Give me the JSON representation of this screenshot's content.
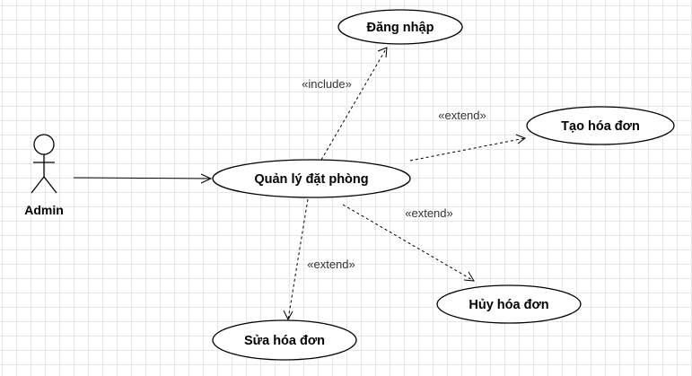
{
  "actor": {
    "label": "Admin"
  },
  "use_cases": {
    "main": "Quản lý đặt phòng",
    "login": "Đăng nhập",
    "create_invoice": "Tạo hóa đơn",
    "cancel_invoice": "Hủy hóa đơn",
    "edit_invoice": "Sửa hóa đơn"
  },
  "relations": {
    "include_login": "«include»",
    "extend_create": "«extend»",
    "extend_cancel": "«extend»",
    "extend_edit": "«extend»"
  }
}
